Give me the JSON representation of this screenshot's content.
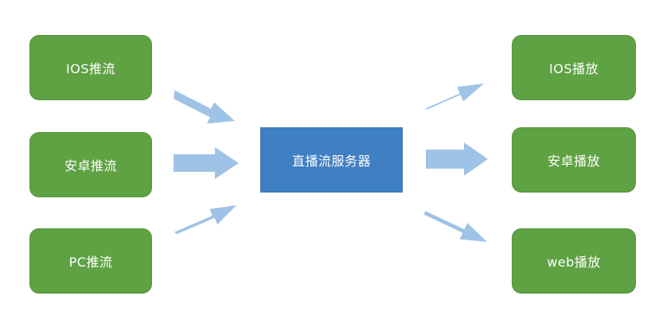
{
  "diagram": {
    "sources": [
      {
        "label": "IOS推流"
      },
      {
        "label": "安卓推流"
      },
      {
        "label": "PC推流"
      }
    ],
    "server": {
      "label": "直播流服务器"
    },
    "destinations": [
      {
        "label": "IOS播放"
      },
      {
        "label": "安卓播放"
      },
      {
        "label": "web播放"
      }
    ],
    "edges": [
      {
        "from": "IOS推流",
        "to": "直播流服务器"
      },
      {
        "from": "安卓推流",
        "to": "直播流服务器"
      },
      {
        "from": "PC推流",
        "to": "直播流服务器"
      },
      {
        "from": "直播流服务器",
        "to": "IOS播放"
      },
      {
        "from": "直播流服务器",
        "to": "安卓播放"
      },
      {
        "from": "直播流服务器",
        "to": "web播放"
      }
    ],
    "colors": {
      "source_box": "#5fa244",
      "server_box": "#3f7fc4",
      "arrow": "#9fc3e6",
      "text": "#ffffff"
    }
  }
}
